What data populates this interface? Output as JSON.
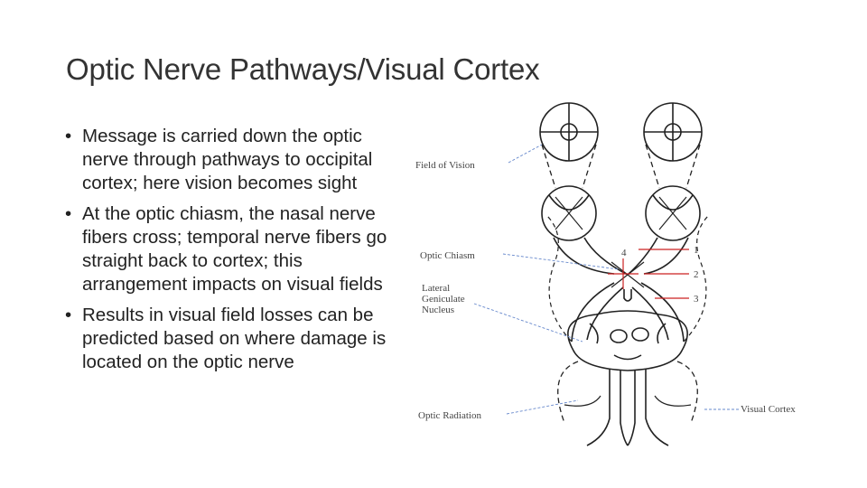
{
  "slide": {
    "title": "Optic Nerve Pathways/Visual Cortex",
    "bullets": [
      "Message is carried down the optic nerve through pathways to occipital cortex; here vision becomes sight",
      "At the optic chiasm, the nasal nerve fibers cross; temporal nerve fibers go straight back to cortex; this arrangement impacts on visual fields",
      "Results in visual field losses can be predicted based on where damage is located on the optic nerve"
    ],
    "bullet_glyph": "•"
  },
  "diagram": {
    "labels": {
      "field_of_vision": "Field of Vision",
      "optic_chiasm": "Optic Chiasm",
      "lateral": "Lateral",
      "geniculate": "Geniculate",
      "nucleus": "Nucleus",
      "optic_radiation": "Optic Radiation",
      "visual_cortex": "Visual Cortex"
    },
    "markers": {
      "m1": "1",
      "m2": "2",
      "m3": "3",
      "m4": "4"
    },
    "line_color": "#222222",
    "label_color": "#444444",
    "pointer_color": "#6688cc",
    "marker_color": "#cc2222"
  }
}
